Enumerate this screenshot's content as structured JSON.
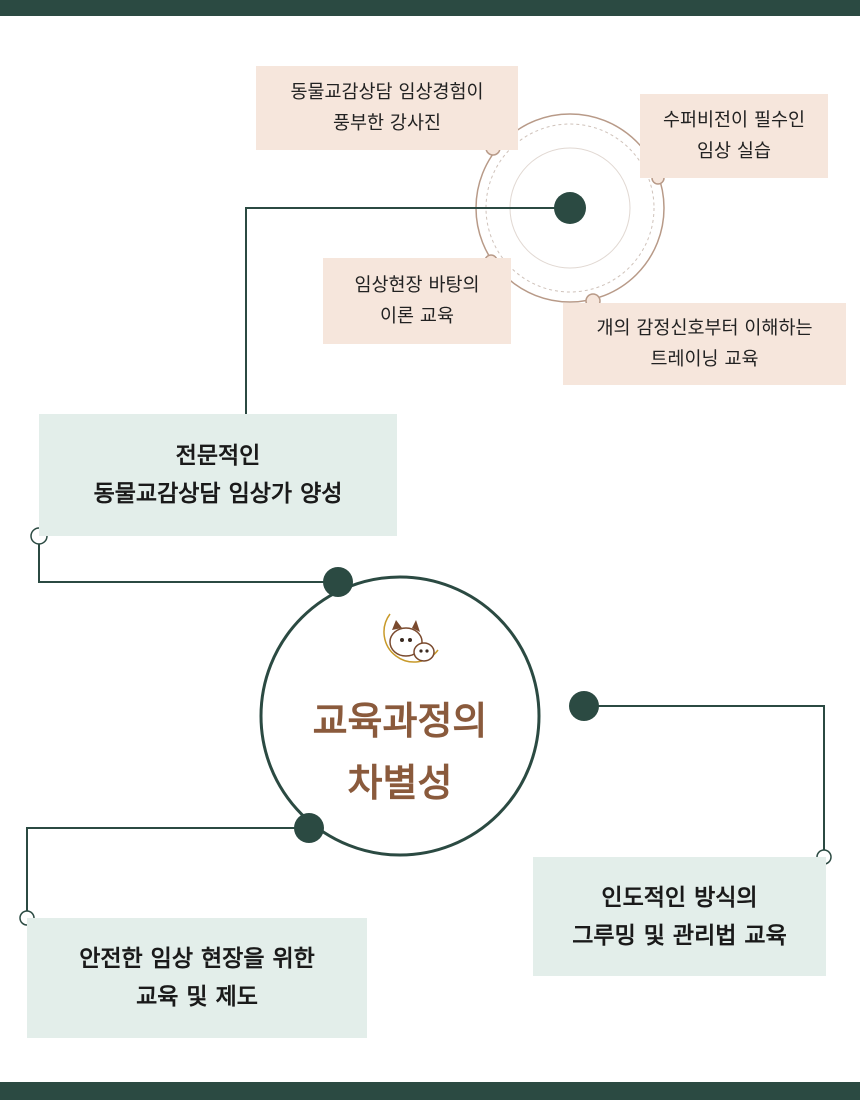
{
  "features": {
    "instructors": [
      "동물교감상담 임상경험이",
      "풍부한 강사진"
    ],
    "supervision": [
      "수퍼비전이 필수인",
      "임상 실습"
    ],
    "theory": [
      "임상현장 바탕의",
      "이론 교육"
    ],
    "training": [
      "개의 감정신호부터 이해하는",
      "트레이닝 교육"
    ]
  },
  "main": {
    "center_title": [
      "교육과정의",
      "차별성"
    ],
    "specialist": [
      "전문적인",
      "동물교감상담 임상가 양성"
    ],
    "grooming": [
      "인도적인 방식의",
      "그루밍 및 관리법 교육"
    ],
    "safety": [
      "안전한 임상 현장을 위한",
      "교육 및 제도"
    ]
  },
  "colors": {
    "dark_green": "#2b4a42",
    "pink_box": "#f6e6dc",
    "green_box": "#e3eeea",
    "title_brown": "#8a5a3c"
  },
  "icons": {
    "center_logo": "cat-dog-moon-icon"
  }
}
